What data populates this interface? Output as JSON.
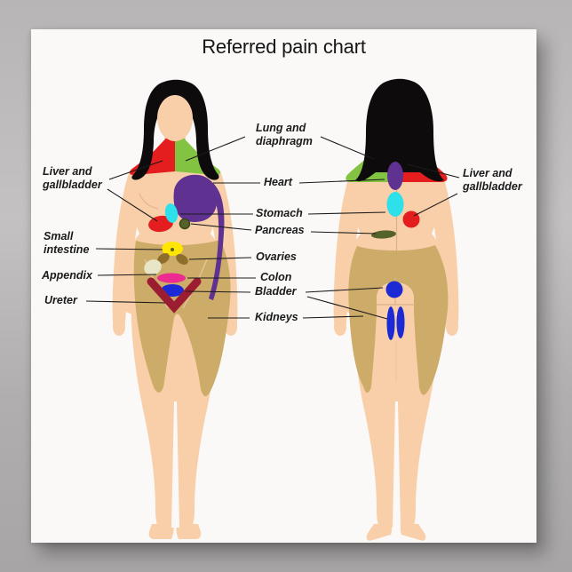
{
  "title": "Referred pain chart",
  "labels": {
    "liver_gallbladder_left": "Liver and\ngallbladder",
    "small_intestine": "Small\nintestine",
    "appendix": "Appendix",
    "ureter": "Ureter",
    "lung_diaphragm": "Lung and\ndiaphragm",
    "heart": "Heart",
    "stomach": "Stomach",
    "pancreas": "Pancreas",
    "ovaries": "Ovaries",
    "colon": "Colon",
    "bladder": "Bladder",
    "kidneys": "Kidneys",
    "liver_gallbladder_right": "Liver and\ngallbladder"
  },
  "colors": {
    "background_top": "#b7b5b5",
    "background_bottom": "#a7a5a5",
    "paper": "#faf9f8",
    "skin": "#f8cfa9",
    "hair": "#0e0b0d",
    "lung_diaphragm": "#82c341",
    "liver_gallbladder": "#e41e1f",
    "heart": "#5f3191",
    "stomach": "#2ee0ea",
    "pancreas": "#55622a",
    "small_intestine": "#fee600",
    "ovaries": "#8e6e2b",
    "appendix": "#e9e6c8",
    "colon": "#ec2a90",
    "bladder": "#1c2ad5",
    "ureter": "#9c1c32",
    "kidneys": "#cdab68",
    "leader_line": "#1a1a1a",
    "label_text": "#1a1a1a",
    "title_text": "#161616"
  }
}
